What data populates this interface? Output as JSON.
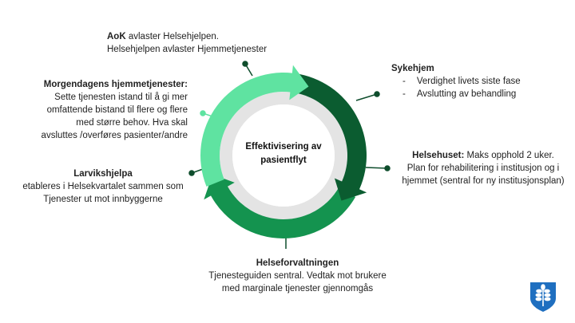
{
  "center_label": "Effektivisering av pasientflyt",
  "aok": {
    "title": "AoK",
    "line1": "avlaster Helsehjelpen.",
    "line2": "Helsehjelpen avlaster Hjemmetjenester"
  },
  "sykehjem": {
    "title": "Sykehjem",
    "items": [
      "Verdighet livets siste fase",
      "Avslutting av behandling"
    ],
    "bullet": "-"
  },
  "morgendagens": {
    "title": "Morgendagens hjemmetjenester:",
    "lines": [
      "Sette tjenesten istand til å gi mer",
      "omfattende bistand til flere og flere",
      "med større behov. Hva skal",
      "avsluttes /overføres pasienter/andre"
    ]
  },
  "helsehuset": {
    "title": "Helsehuset:",
    "line1": "Maks opphold 2 uker.",
    "line2": "Plan for rehabilitering i institusjon og i",
    "line3": "hjemmet (sentral for ny institusjonsplan)"
  },
  "larvikshjelpa": {
    "title": "Larvikshjelpa",
    "line1": "etableres i Helsekvartalet sammen som",
    "line2": "Tjenester ut mot innbyggerne"
  },
  "helseforvaltningen": {
    "title": "Helseforvaltningen",
    "line1": "Tjenesteguiden sentral. Vedtak mot brukere",
    "line2": "med marginale tjenester gjennomgås"
  },
  "colors": {
    "light": "#5fe3a1",
    "dark": "#0b5c30",
    "medium": "#14934f",
    "grey": "#e4e4e4",
    "pin": "#0e4d2c",
    "logo": "#1f6fc0"
  }
}
